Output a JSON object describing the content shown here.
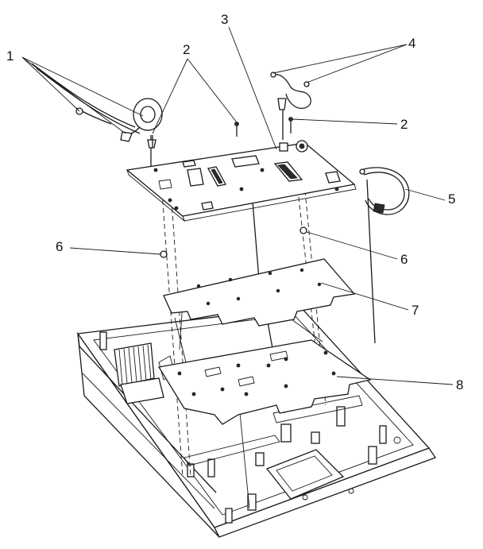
{
  "callouts": {
    "c1": "1",
    "c2a": "2",
    "c2b": "2",
    "c3": "3",
    "c4": "4",
    "c5": "5",
    "c6a": "6",
    "c6b": "6",
    "c7": "7",
    "c8": "8"
  }
}
